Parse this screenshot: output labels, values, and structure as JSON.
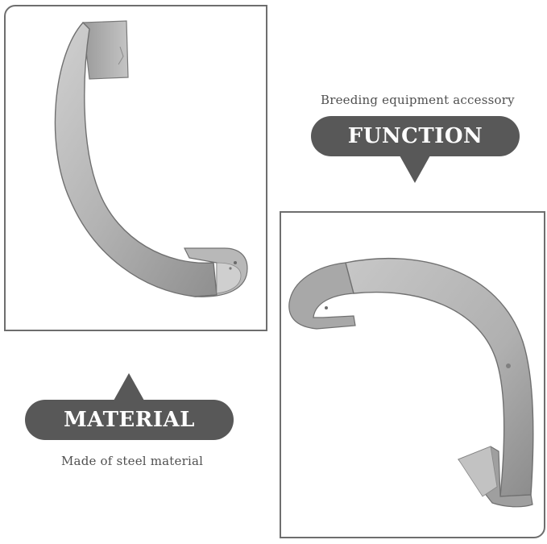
{
  "function": {
    "caption": "Breeding equipment accessory",
    "badge": "FUNCTION"
  },
  "material": {
    "badge": "MATERIAL",
    "caption": "Made of steel material"
  },
  "colors": {
    "badge_fill": "#585858",
    "steel_light": "#c9c9c9",
    "steel_mid": "#a9a9a9",
    "steel_dark": "#7d7d7d",
    "frame_border": "#6e6e6e"
  }
}
